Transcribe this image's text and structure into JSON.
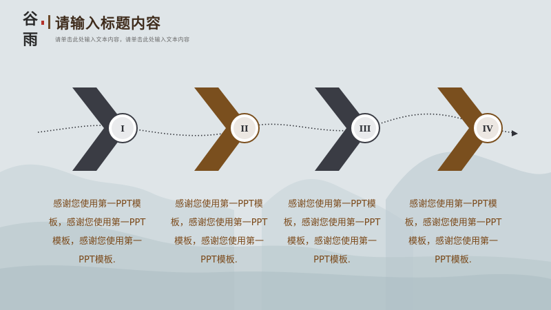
{
  "logo": {
    "chars": [
      "谷",
      "雨"
    ]
  },
  "header": {
    "title": "请输入标题内容",
    "subtitle": "请单击此处输入文本内容，请单击此处输入文本内容"
  },
  "colors": {
    "dark": "#3a3c44",
    "brown": "#7a4f1e",
    "text": "#7a4818",
    "background": "#dfe5e8"
  },
  "steps": [
    {
      "numeral": "I",
      "color": "dark",
      "caption": "感谢您使用第一PPT模板，感谢您使用第一PPT模板，感谢您使用第一PPT模板."
    },
    {
      "numeral": "II",
      "color": "brown",
      "caption": "感谢您使用第一PPT模板，感谢您使用第一PPT模板，感谢您使用第一PPT模板."
    },
    {
      "numeral": "III",
      "color": "dark",
      "caption": "感谢您使用第一PPT模板，感谢您使用第一PPT模板，感谢您使用第一PPT模板."
    },
    {
      "numeral": "IV",
      "color": "brown",
      "caption": "感谢您使用第一PPT模板，感谢您使用第一PPT模板，感谢您使用第一PPT模板."
    }
  ]
}
